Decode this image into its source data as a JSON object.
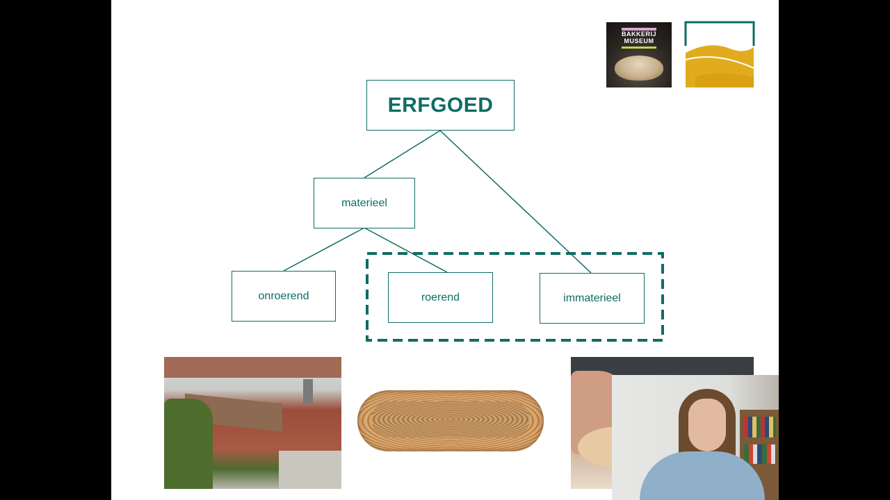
{
  "diagram": {
    "root": "ERFGOED",
    "level1": "materieel",
    "level2": [
      "onroerend",
      "roerend",
      "immaterieel"
    ]
  },
  "logos": {
    "museum_text": "BAKKERIJ\nMUSEUM"
  },
  "colors": {
    "accent": "#0e6c64",
    "logo_gold": "#e0ac1e",
    "background": "#000000",
    "slide": "#ffffff"
  },
  "icons": [
    "bakery-museum-logo",
    "landscape-logo"
  ]
}
